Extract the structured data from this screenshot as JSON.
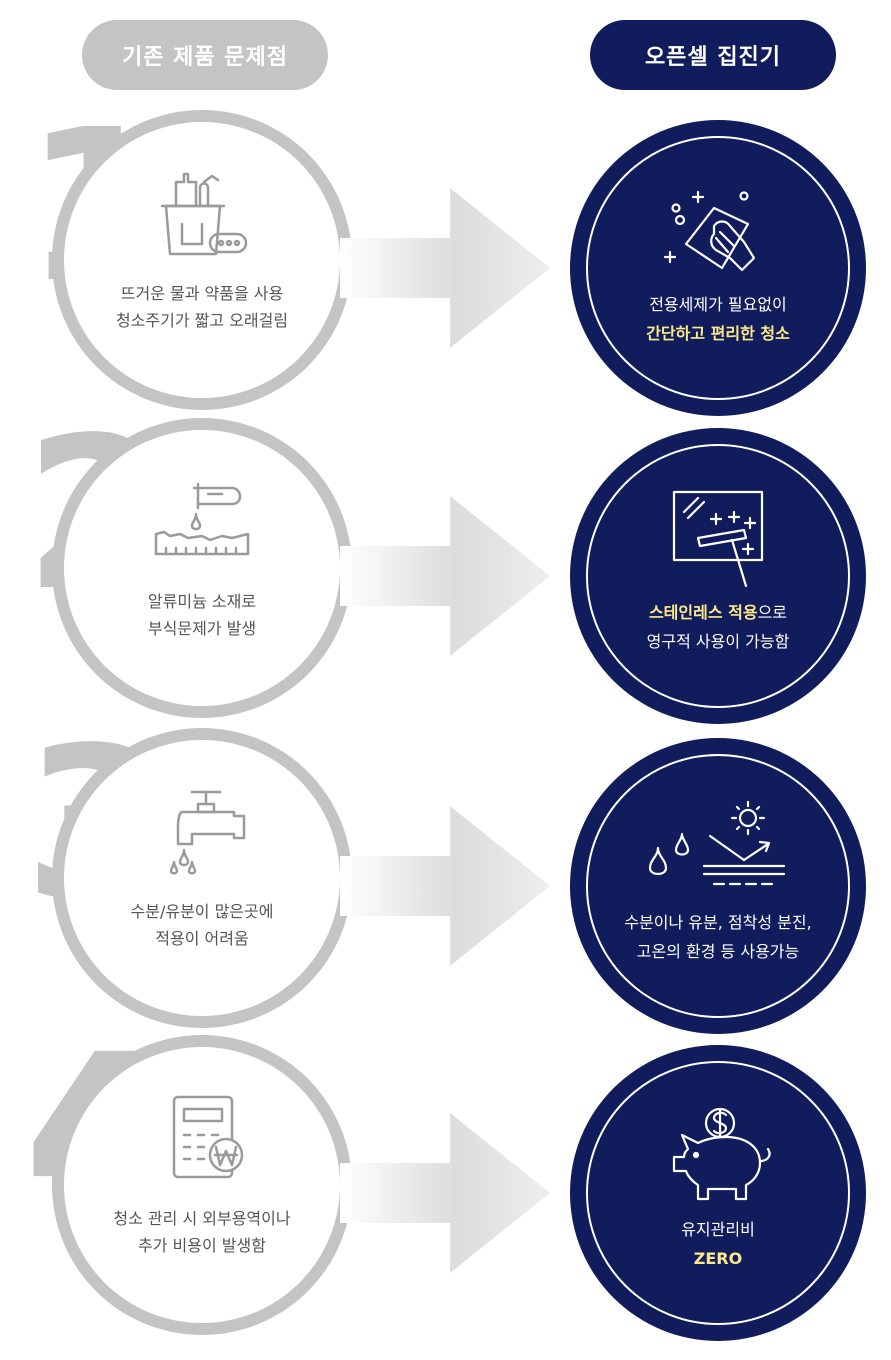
{
  "header": {
    "left_label": "기존 제품 문제점",
    "right_label": "오픈셀 집진기"
  },
  "rows": [
    {
      "number": "1",
      "problem_line1": "뜨거운 물과 약품을 사용",
      "problem_line2": "청소주기가 짧고 오래걸림",
      "benefit_line1": "전용세제가 필요없이",
      "benefit_highlight": "간단하고 편리한 청소",
      "benefit_rest": ""
    },
    {
      "number": "2",
      "problem_line1": "알류미늄 소재로",
      "problem_line2": "부식문제가 발생",
      "benefit_highlight": "스테인레스 적용",
      "benefit_rest": "으로",
      "benefit_line2": "영구적 사용이 가능함"
    },
    {
      "number": "3",
      "problem_line1": "수분/유분이 많은곳에",
      "problem_line2": "적용이 어려움",
      "benefit_line1": "수분이나 유분, 점착성 분진,",
      "benefit_line2": "고온의 환경 등 사용가능"
    },
    {
      "number": "4",
      "problem_line1": "청소 관리 시 외부용역이나",
      "problem_line2": "추가 비용이 발생함",
      "benefit_line1": "유지관리비",
      "benefit_highlight": "ZERO"
    }
  ],
  "colors": {
    "gray": "#c4c4c4",
    "navy": "#101c5c",
    "highlight": "#fde98a"
  }
}
